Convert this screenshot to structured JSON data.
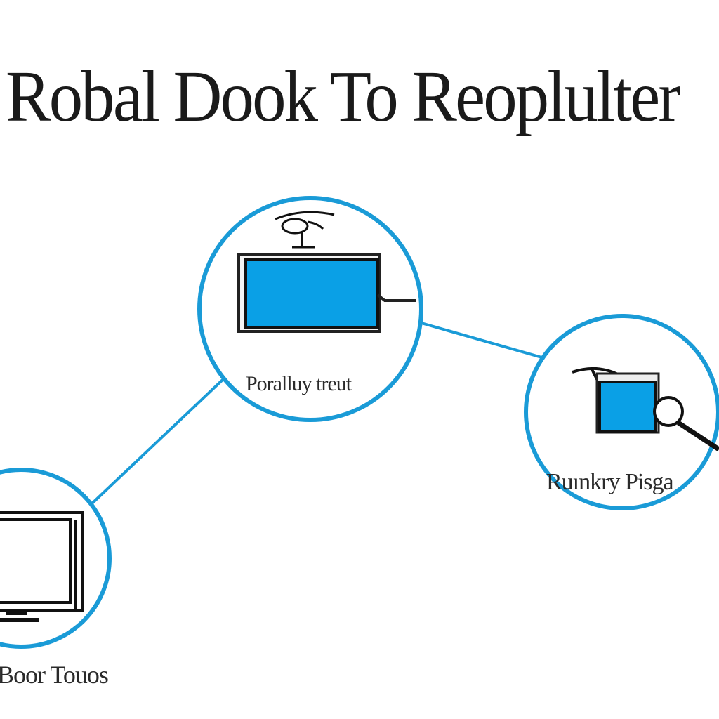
{
  "title": "Robal Dook To Reoplulter",
  "accent_color": "#1a9bd7",
  "screen_fill_color": "#0aa0e6",
  "edges": [
    {
      "from": "center",
      "to": "left"
    },
    {
      "from": "center",
      "to": "right"
    }
  ],
  "nodes": {
    "center": {
      "label": "Poralluy treut",
      "icon": "projector-screen-icon"
    },
    "right": {
      "label": "Ruınkry Pisga",
      "icon": "monitor-with-magnifier-icon"
    },
    "left": {
      "label": "Boor Touos",
      "icon": "desktop-monitor-icon"
    }
  }
}
